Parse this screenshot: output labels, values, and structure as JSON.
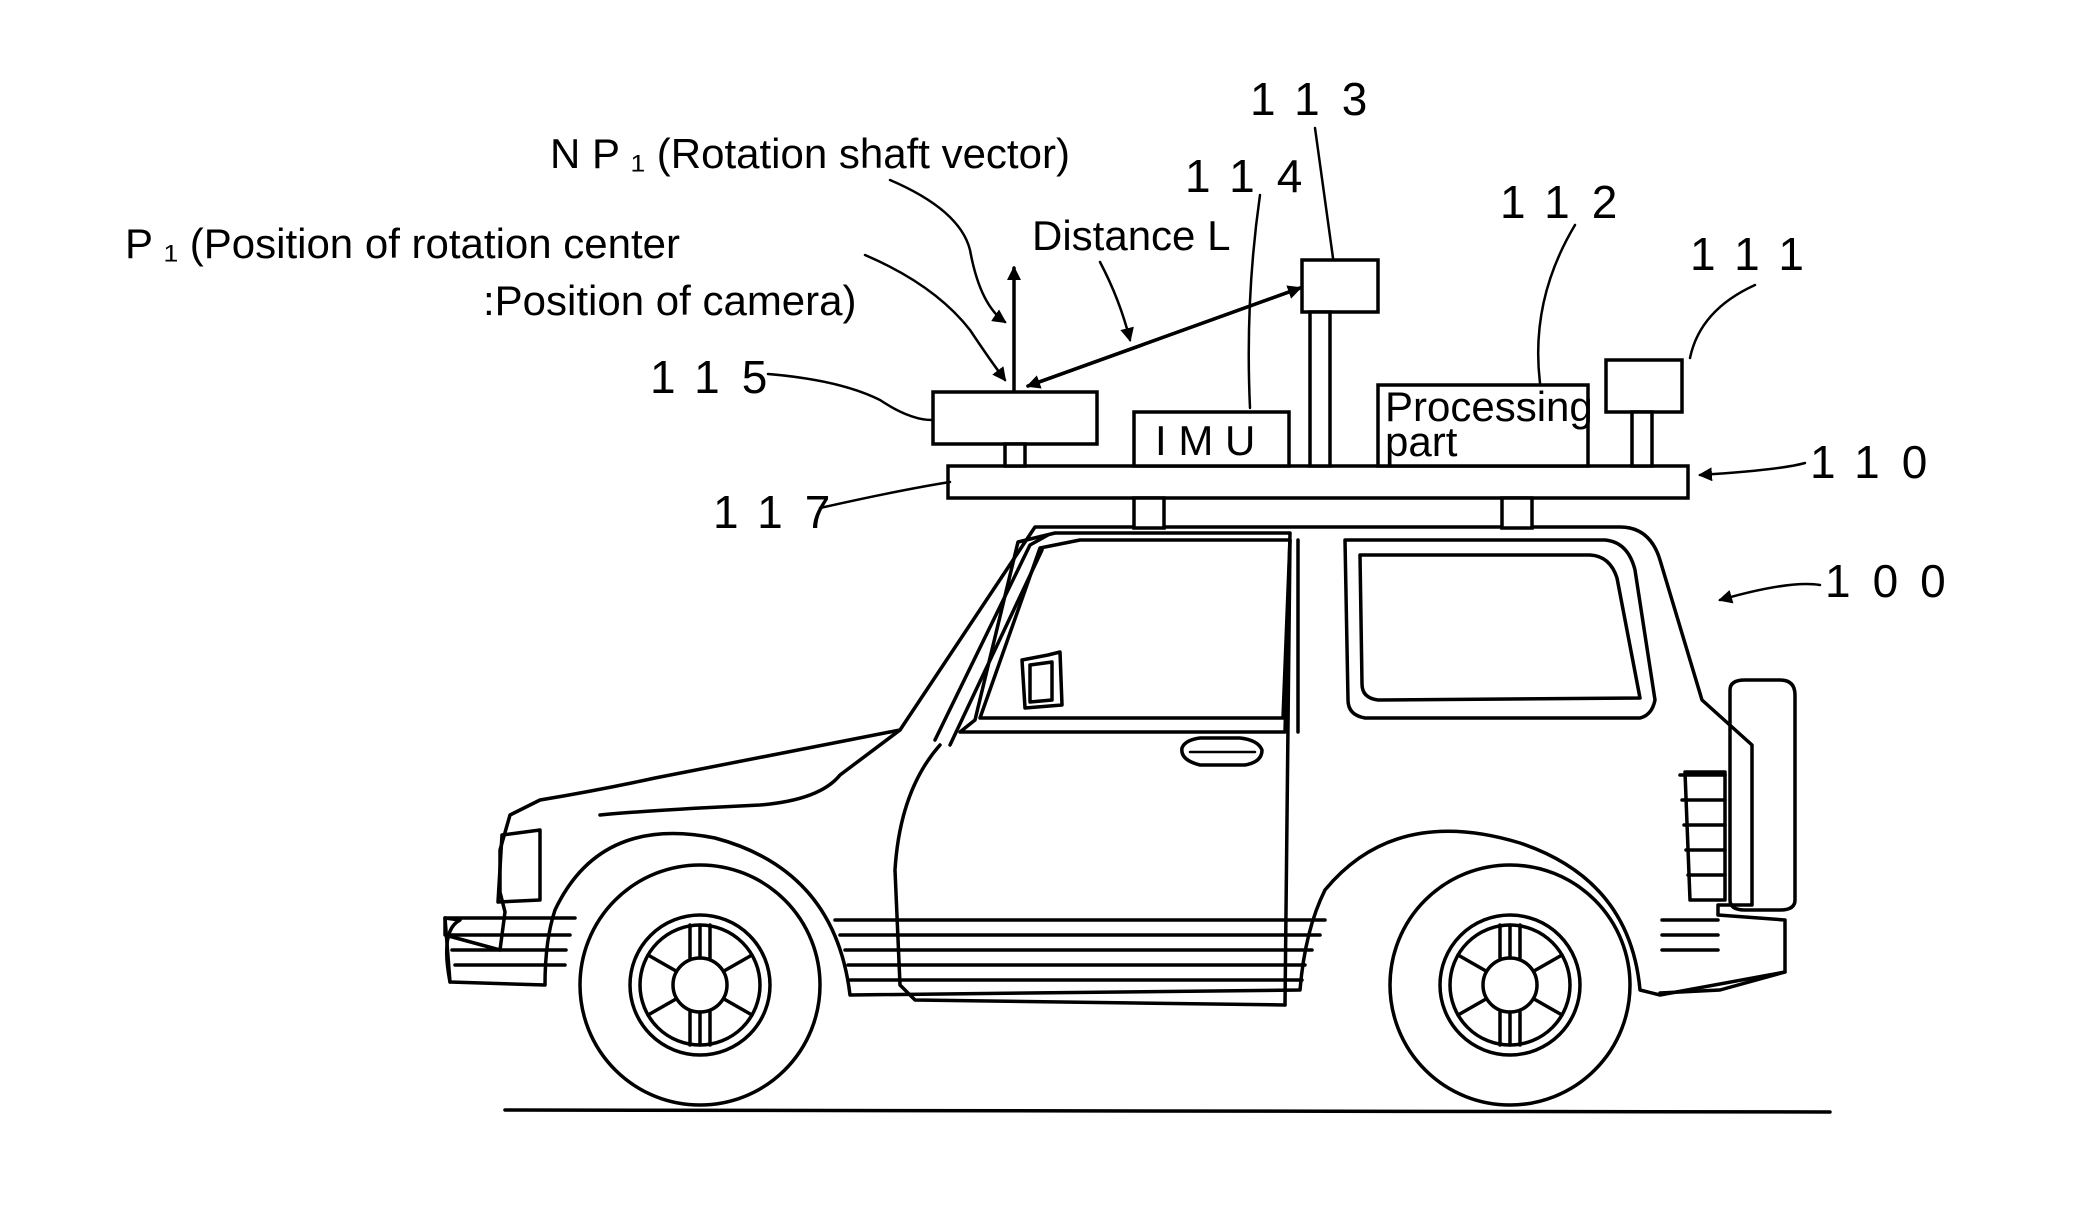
{
  "labels": {
    "np1": "N P ₁ (Rotation shaft vector)",
    "p1_line1": "P ₁ (Position of rotation center",
    "p1_line2": ":Position of camera)",
    "distance": "Distance L",
    "imu": "I M U",
    "processing_line1": "Processing",
    "processing_line2": "part"
  },
  "reference_numerals": {
    "n100": "100",
    "n110": "110",
    "n111": "111",
    "n112": "112",
    "n113": "113",
    "n114": "114",
    "n115": "115",
    "n117": "117"
  }
}
